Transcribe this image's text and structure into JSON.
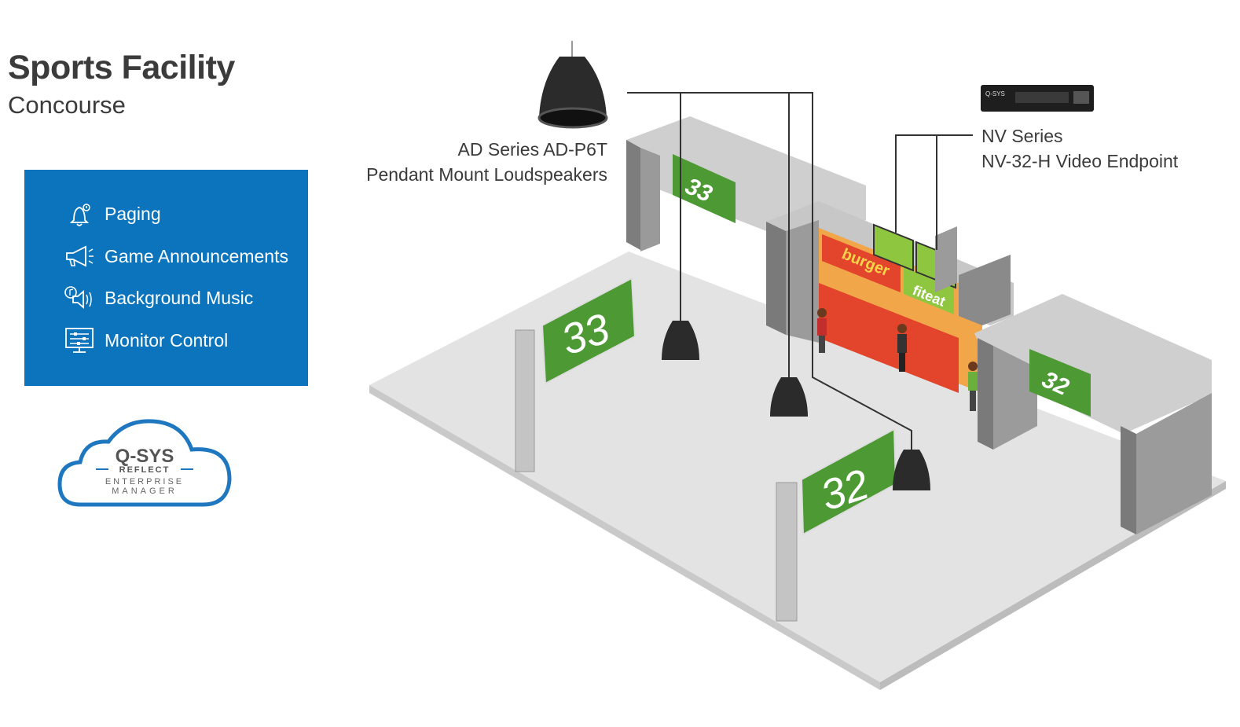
{
  "page": {
    "title": "Sports Facility",
    "subtitle": "Concourse"
  },
  "features": [
    {
      "label": "Paging",
      "icon": "bell-icon"
    },
    {
      "label": "Game Announcements",
      "icon": "megaphone-icon"
    },
    {
      "label": "Background Music",
      "icon": "music-speaker-icon"
    },
    {
      "label": "Monitor Control",
      "icon": "monitor-control-icon"
    }
  ],
  "logo": {
    "line1": "Q-SYS",
    "line2": "REFLECT",
    "line3": "ENTERPRISE",
    "line4": "MANAGER"
  },
  "callouts": {
    "speakers_line1": "AD Series AD-P6T",
    "speakers_line2": "Pendant Mount Loudspeakers",
    "video_line1": "NV Series",
    "video_line2": "NV-32-H Video Endpoint",
    "device_brand": "Q-SYS"
  },
  "signs": {
    "gate_a": "33",
    "gate_b": "32"
  },
  "store_signs": {
    "left": "burger",
    "right": "fiteat"
  },
  "colors": {
    "panel_blue": "#0b74bd",
    "sign_green": "#4d9a34",
    "floor_gray": "#e1e1e1",
    "wall_gray": "#c4c4c4",
    "speaker_black": "#2b2b2b"
  }
}
